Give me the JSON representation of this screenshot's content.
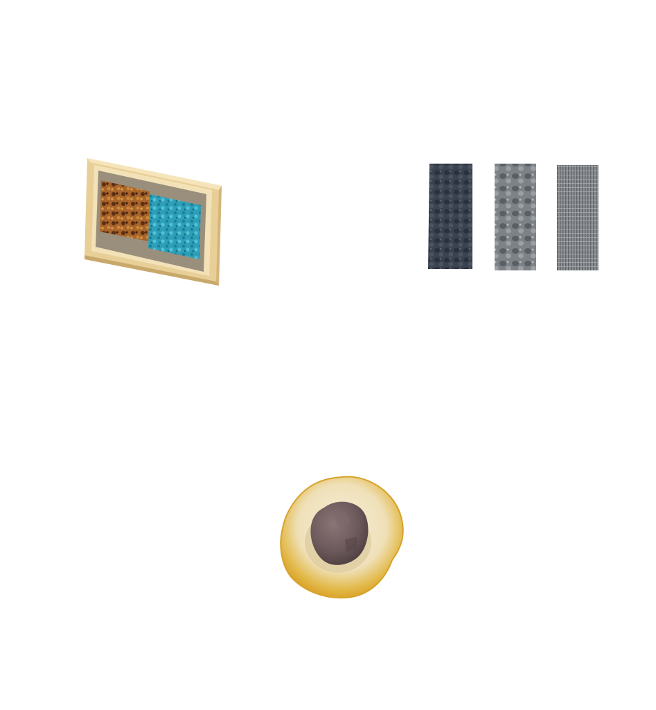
{
  "scene": {
    "background": "#ffffff",
    "objects": [
      {
        "name": "framed-material-panel",
        "description_colors": {
          "frame": "#ecd7a5",
          "frame_shadow": "#d9bd84",
          "mat": "#9a8f7c",
          "left_tile": "#a8642a",
          "right_tile": "#2d9fb8"
        }
      },
      {
        "name": "textured-gray-strips",
        "count": 3,
        "description_colors": {
          "strip_1": "#3b4350",
          "strip_2": "#7d8287",
          "strip_3": "#8c8f93"
        }
      },
      {
        "name": "round-sample-with-stone",
        "description_colors": {
          "base": "#f1e6c8",
          "rim": "#e8b73a",
          "stone": "#6d5a5c"
        }
      }
    ]
  }
}
